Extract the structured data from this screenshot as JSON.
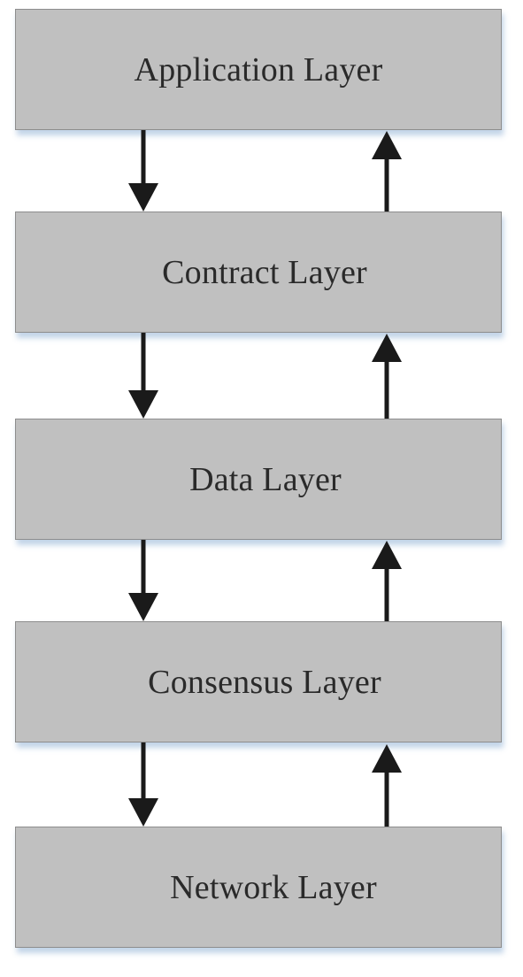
{
  "diagram": {
    "layers": [
      {
        "label": "Application Layer"
      },
      {
        "label": "Contract Layer"
      },
      {
        "label": "Data Layer"
      },
      {
        "label": "Consensus Layer"
      },
      {
        "label": "Network Layer"
      }
    ],
    "colors": {
      "box_fill": "#c0c0c0",
      "box_border": "#8d8d8d",
      "shadow": "#78a0cd",
      "arrow": "#1a1a1a",
      "text": "#2a2a2a"
    }
  }
}
